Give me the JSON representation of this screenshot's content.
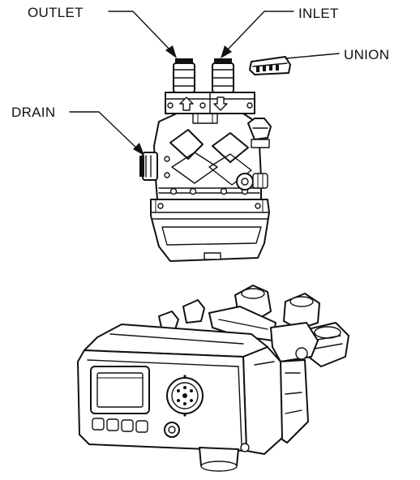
{
  "labels": {
    "outlet": "OUTLET",
    "inlet": "INLET",
    "union": "UNION",
    "drain": "DRAIN"
  },
  "colors": {
    "line": "#111111",
    "background": "#ffffff"
  }
}
